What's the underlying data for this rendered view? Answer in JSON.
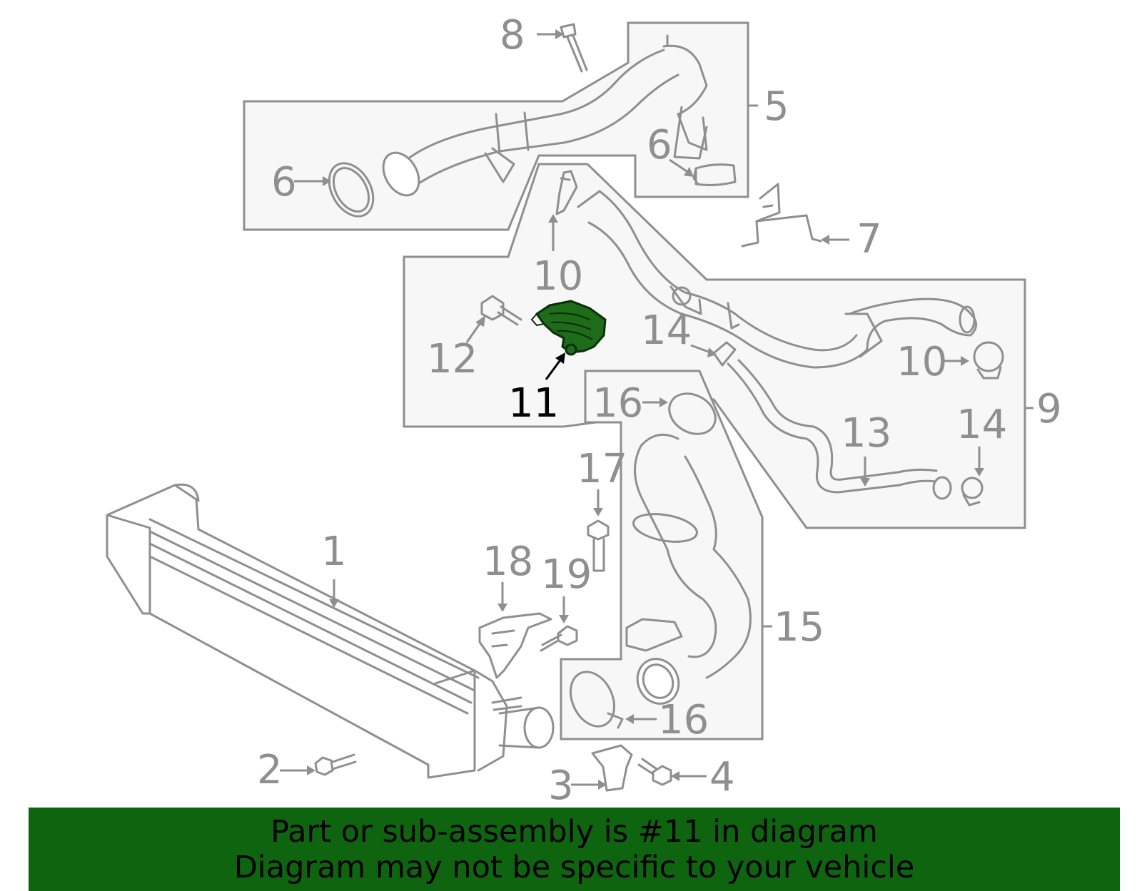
{
  "callouts": {
    "c1": "1",
    "c2": "2",
    "c3": "3",
    "c4": "4",
    "c5": "5",
    "c6a": "6",
    "c6b": "6",
    "c7": "7",
    "c8": "8",
    "c9": "9",
    "c10a": "10",
    "c10b": "10",
    "c11": "11",
    "c12": "12",
    "c13": "13",
    "c14a": "14",
    "c14b": "14",
    "c15": "15",
    "c16a": "16",
    "c16b": "16",
    "c17": "17",
    "c18": "18",
    "c19": "19"
  },
  "highlight_color": "#1e6b1a",
  "banner": {
    "color": "#0f6410",
    "line1": "Part or sub-assembly is #11 in diagram",
    "line2": "Diagram may not be specific to your vehicle"
  }
}
